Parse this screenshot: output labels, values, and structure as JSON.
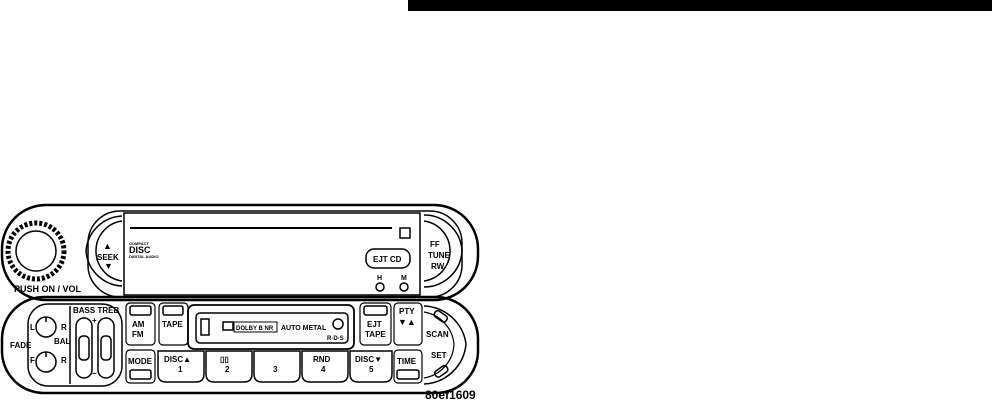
{
  "labels": {
    "push_on_vol": "PUSH ON / VOL",
    "seek": "SEEK",
    "cd_logo_top": "COMPACT",
    "cd_logo_mid": "DISC",
    "cd_logo_bottom": "DIGITAL AUDIO",
    "ejt_cd": "EJT CD",
    "h": "H",
    "m": "M",
    "ff": "FF",
    "tune": "TUNE",
    "rw": "RW",
    "bass_treb": "BASS TREB",
    "bal_left": "L",
    "bal_right": "R",
    "bal": "BAL",
    "fade": "FADE",
    "fade_front": "F",
    "fade_rear": "R",
    "am": "AM",
    "fm": "FM",
    "mode": "MODE",
    "tape": "TAPE",
    "dolby_nr": "DOLBY B NR",
    "auto_metal": "AUTO METAL",
    "rds": "R·D·S",
    "ejt": "EJT",
    "ejt_tape": "TAPE",
    "pty": "PTY",
    "pty_arrows": "▼▲",
    "time": "TIME",
    "scan": "SCAN",
    "set": "SET",
    "disc_up": "DISC▲",
    "preset_1": "1",
    "pause_sym": "▯▯",
    "preset_2": "2",
    "preset_3": "3",
    "rnd": "RND",
    "preset_4": "4",
    "disc_down": "DISC▼",
    "preset_5": "5",
    "up_arrow": "▲",
    "down_arrow": "▼",
    "plus": "+",
    "minus": "−"
  },
  "figure_id": "80ef1609"
}
